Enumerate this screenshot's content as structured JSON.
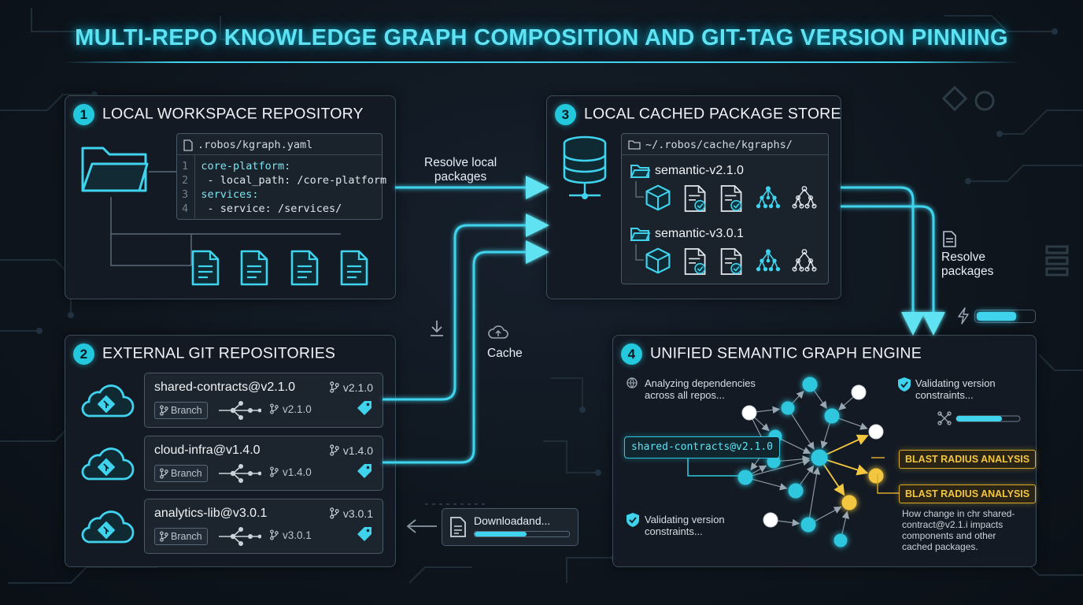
{
  "title": "MULTI-REPO KNOWLEDGE GRAPH COMPOSITION AND GIT-TAG VERSION PINNING",
  "colors": {
    "accent": "#3fd3ee",
    "warning": "#f3c640",
    "panel_border": "#3b4b5a"
  },
  "panel1": {
    "badge": "1",
    "title": "LOCAL WORKSPACE REPOSITORY",
    "file": ".robos/kgraph.yaml",
    "lines": [
      {
        "n": "1",
        "text": "core-platform:"
      },
      {
        "n": "2",
        "text": " - local_path: /core-platform"
      },
      {
        "n": "3",
        "text": "services:"
      },
      {
        "n": "4",
        "text": " - service: /services/"
      }
    ],
    "icons": [
      "folder-icon",
      "document-icon"
    ]
  },
  "panel2": {
    "badge": "2",
    "title": "EXTERNAL GIT REPOSITORIES",
    "branch_label": "Branch",
    "repos": [
      {
        "name": "shared-contracts@v2.1.0",
        "tag": "v2.1.0",
        "version": "v2.1.0"
      },
      {
        "name": "cloud-infra@v1.4.0",
        "tag": "v1.4.0",
        "version": "v1.4.0"
      },
      {
        "name": "analytics-lib@v3.0.1",
        "tag": "v3.0.1",
        "version": "v3.0.1"
      }
    ],
    "icons": [
      "cloud-git-icon",
      "branch-icon",
      "tag-icon"
    ]
  },
  "panel3": {
    "badge": "3",
    "title": "LOCAL CACHED PACKAGE STORE",
    "path": "~/.robos/cache/kgraphs/",
    "packages": [
      {
        "name": "semantic-v2.1.0"
      },
      {
        "name": "semantic-v3.0.1"
      }
    ],
    "icons": [
      "database-icon",
      "package-icon",
      "graph-icon"
    ]
  },
  "panel4": {
    "badge": "4",
    "title": "UNIFIED SEMANTIC GRAPH ENGINE",
    "analyzing": [
      "Analyzing dependencies",
      "across all repos..."
    ],
    "validating_top": [
      "Validating version",
      "constraints..."
    ],
    "validating_bottom": [
      "Validating version",
      "constraints..."
    ],
    "node_label": "shared-contracts@v2.1.0",
    "blast": "BLAST RADIUS ANALYSIS",
    "impact_note": [
      "How change in chr shared-",
      "contract@v2.1.i impacts",
      "components and other",
      "cached packages."
    ],
    "progress": 0.72
  },
  "flows": {
    "resolve_local": [
      "Resolve local",
      "packages"
    ],
    "resolve_packages": [
      "Resolve",
      "packages"
    ],
    "cache": "Cache",
    "download": "Downloadand...",
    "download_progress": 0.55,
    "status_progress": 0.72
  }
}
